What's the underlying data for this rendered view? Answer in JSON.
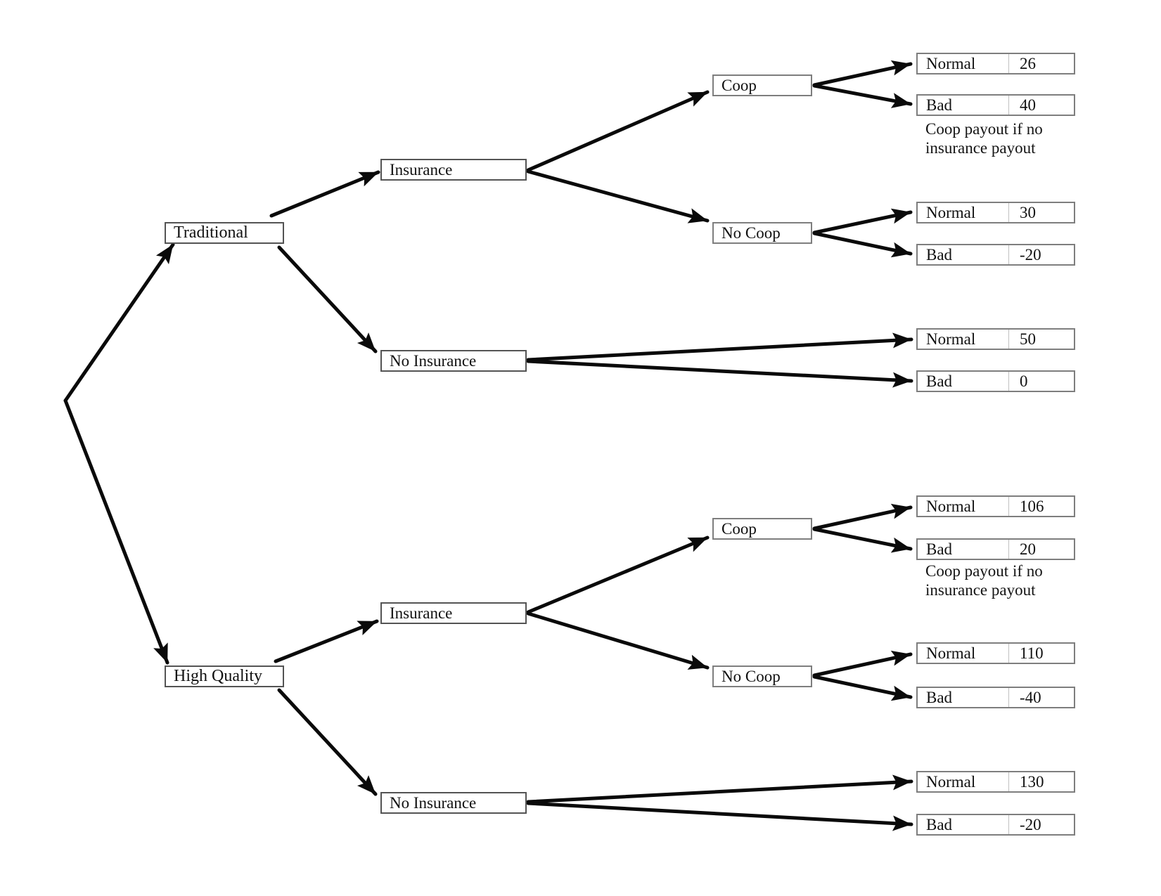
{
  "colors": {
    "background": "#ffffff",
    "line": "#0a0a0a",
    "decision_box_border": "#545454",
    "chance_box_border": "#7e7e7e",
    "text": "#111111"
  },
  "nodes": {
    "traditional": {
      "label": "Traditional"
    },
    "high_quality": {
      "label": "High Quality"
    },
    "insurance_top": {
      "label": "Insurance"
    },
    "no_insurance_top": {
      "label": "No Insurance"
    },
    "coop_top": {
      "label": "Coop"
    },
    "no_coop_top": {
      "label": "No Coop"
    },
    "insurance_bottom": {
      "label": "Insurance"
    },
    "no_insurance_bottom": {
      "label": "No Insurance"
    },
    "coop_bottom": {
      "label": "Coop"
    },
    "no_coop_bottom": {
      "label": "No Coop"
    }
  },
  "outcomes": {
    "top_coop_normal": {
      "label": "Normal",
      "value": "26"
    },
    "top_coop_bad": {
      "label": "Bad",
      "value": "40"
    },
    "top_no_coop_normal": {
      "label": "Normal",
      "value": "30"
    },
    "top_no_coop_bad": {
      "label": "Bad",
      "value": "-20"
    },
    "top_no_insurance_normal": {
      "label": "Normal",
      "value": "50"
    },
    "top_no_insurance_bad": {
      "label": "Bad",
      "value": "0"
    },
    "bottom_coop_normal": {
      "label": "Normal",
      "value": "106"
    },
    "bottom_coop_bad": {
      "label": "Bad",
      "value": "20"
    },
    "bottom_no_coop_normal": {
      "label": "Normal",
      "value": "110"
    },
    "bottom_no_coop_bad": {
      "label": "Bad",
      "value": "-40"
    },
    "bottom_no_insurance_normal": {
      "label": "Normal",
      "value": "130"
    },
    "bottom_no_insurance_bad": {
      "label": "Bad",
      "value": "-20"
    }
  },
  "annotations": {
    "top_coop_note": "Coop payout if no insurance payout",
    "bottom_coop_note": "Coop payout if no insurance payout"
  }
}
